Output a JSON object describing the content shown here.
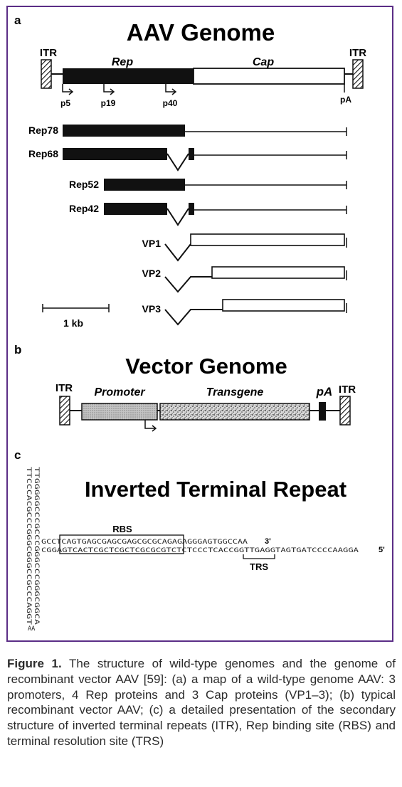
{
  "panel_a": {
    "letter": "a",
    "title": "AAV Genome",
    "itr_left": "ITR",
    "itr_right": "ITR",
    "rep_label": "Rep",
    "cap_label": "Cap",
    "promoters": [
      "p5",
      "p19",
      "p40"
    ],
    "polya": "pA",
    "proteins": [
      {
        "name": "Rep78",
        "type": "rep"
      },
      {
        "name": "Rep68",
        "type": "rep-spliced"
      },
      {
        "name": "Rep52",
        "type": "rep"
      },
      {
        "name": "Rep42",
        "type": "rep-spliced"
      },
      {
        "name": "VP1",
        "type": "cap"
      },
      {
        "name": "VP2",
        "type": "cap"
      },
      {
        "name": "VP3",
        "type": "cap"
      }
    ],
    "scale_label": "1 kb"
  },
  "panel_b": {
    "letter": "b",
    "title": "Vector Genome",
    "itr_left": "ITR",
    "itr_right": "ITR",
    "promoter": "Promoter",
    "transgene": "Transgene",
    "polya": "pA"
  },
  "panel_c": {
    "letter": "c",
    "title": "Inverted Terminal Repeat",
    "hairpin_left": "TTCCCACGCCCGGGCGGGCCGCCCAGGT",
    "hairpin_right": "TTGGGGGCCCGCCCGGGCCCGGGCGGCA",
    "hairpin_left_loop": "AA",
    "strand_top": "GCCTCAGTGAGCGAGCGAGCGCGCAGAGAGGGAGTGGCCAA",
    "strand_top_end": "3'",
    "strand_bottom": "CGGAGTCACTCGCTCGCTCGCGCGTCTCTCCCTCACCGGTTGAGGTAGTGATCCCCAAGGA",
    "strand_bottom_end": "5'",
    "rbs": "RBS",
    "trs": "TRS"
  },
  "caption": {
    "label": "Figure 1.",
    "text": "The structure of wild-type genomes and the genome of recombinant vector AAV [59]: (a) a map of a wild-type genome AAV: 3 promoters, 4 Rep proteins and 3 Cap proteins (VP1–3); (b) typical recombinant vector AAV; (c) a detailed presentation of the secondary structure of inverted terminal repeats (ITR), Rep binding site (RBS) and terminal resolution site (TRS)"
  },
  "colors": {
    "frame": "#5b2d86",
    "ink": "#111111",
    "caption_text": "#2b2b2b",
    "promoter_fill": "#bdbdbd"
  }
}
